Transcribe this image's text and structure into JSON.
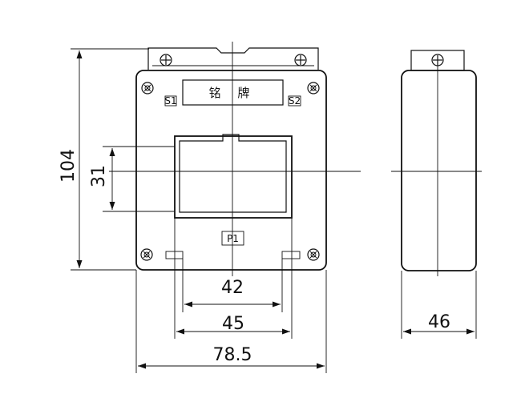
{
  "nameplate": {
    "text": "铭 牌"
  },
  "terminals": {
    "s1": "S1",
    "s2": "S2",
    "p1": "P1"
  },
  "dimensions": {
    "height": "104",
    "window_height": "31",
    "slot_spacing": "42",
    "window_width": "45",
    "total_width": "78.5",
    "depth": "46"
  }
}
